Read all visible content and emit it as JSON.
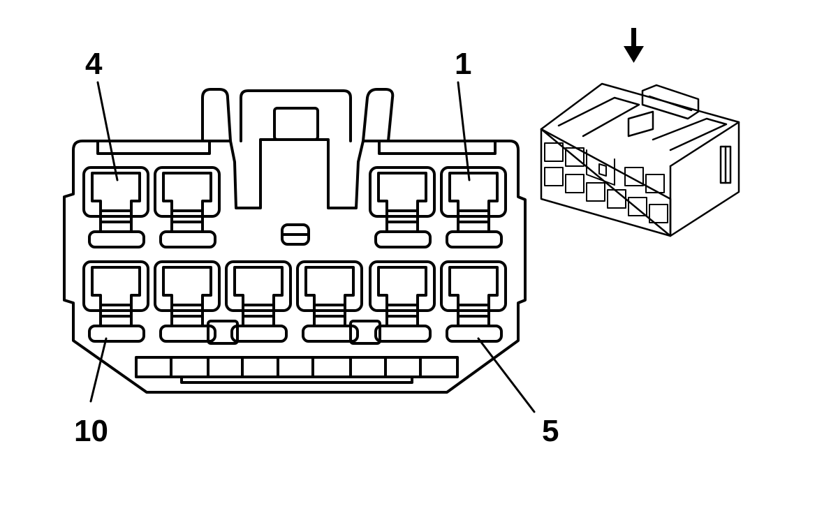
{
  "colors": {
    "line": "#000000",
    "background": "#ffffff"
  },
  "pin_labels": {
    "top_left": "4",
    "top_right": "1",
    "bottom_left": "10",
    "bottom_right": "5"
  },
  "inset": {
    "indicator": "down-arrow-icon"
  }
}
